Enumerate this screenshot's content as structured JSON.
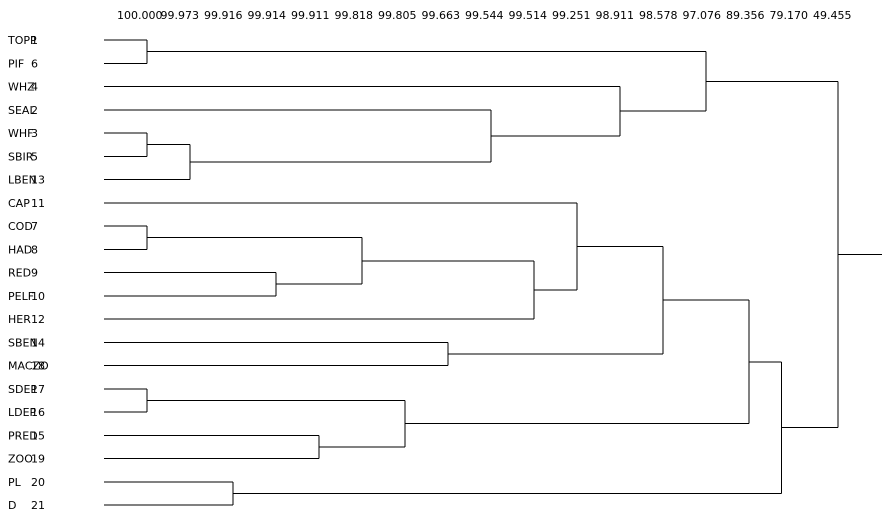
{
  "similarity_axis": {
    "ticks": [
      "100.000",
      "99.973",
      "99.916",
      "99.914",
      "99.911",
      "99.818",
      "99.805",
      "99.663",
      "99.544",
      "99.514",
      "99.251",
      "98.911",
      "98.578",
      "97.076",
      "89.356",
      "79.170",
      "49.455"
    ]
  },
  "leaves": [
    {
      "name": "TOPP",
      "id": "1"
    },
    {
      "name": "PIF",
      "id": "6"
    },
    {
      "name": "WHZ",
      "id": "4"
    },
    {
      "name": "SEAL",
      "id": "2"
    },
    {
      "name": "WHF",
      "id": "3"
    },
    {
      "name": "SBIR",
      "id": "5"
    },
    {
      "name": "LBEN",
      "id": "13"
    },
    {
      "name": "CAP",
      "id": "11"
    },
    {
      "name": "COD",
      "id": "7"
    },
    {
      "name": "HAD",
      "id": "8"
    },
    {
      "name": "RED",
      "id": "9"
    },
    {
      "name": "PELF",
      "id": "10"
    },
    {
      "name": "HER",
      "id": "12"
    },
    {
      "name": "SBEN",
      "id": "14"
    },
    {
      "name": "MACZO",
      "id": "18"
    },
    {
      "name": "SDEP",
      "id": "17"
    },
    {
      "name": "LDEP",
      "id": "16"
    },
    {
      "name": "PRED",
      "id": "15"
    },
    {
      "name": "ZOO",
      "id": "19"
    },
    {
      "name": "PL",
      "id": "20"
    },
    {
      "name": "D",
      "id": "21"
    }
  ],
  "merges": [
    {
      "a": "TOPP",
      "b": "PIF",
      "node": "m1",
      "level": 1
    },
    {
      "a": "WHF",
      "b": "SBIR",
      "node": "m2",
      "level": 1
    },
    {
      "a": "COD",
      "b": "HAD",
      "node": "m3",
      "level": 1
    },
    {
      "a": "SDEP",
      "b": "LDEP",
      "node": "m4",
      "level": 1
    },
    {
      "a": "m2",
      "b": "LBEN",
      "node": "m5",
      "level": 2
    },
    {
      "a": "PL",
      "b": "D",
      "node": "m6",
      "level": 3
    },
    {
      "a": "RED",
      "b": "PELF",
      "node": "m7",
      "level": 4
    },
    {
      "a": "PRED",
      "b": "ZOO",
      "node": "m8",
      "level": 5
    },
    {
      "a": "m3",
      "b": "m7",
      "node": "m9",
      "level": 6
    },
    {
      "a": "m4",
      "b": "m8",
      "node": "m10",
      "level": 7
    },
    {
      "a": "SBEN",
      "b": "MACZO",
      "node": "m11",
      "level": 8
    },
    {
      "a": "SEAL",
      "b": "m5",
      "node": "m12",
      "level": 9
    },
    {
      "a": "m9",
      "b": "HER",
      "node": "m13",
      "level": 10
    },
    {
      "a": "CAP",
      "b": "m13",
      "node": "m14",
      "level": 11
    },
    {
      "a": "WHZ",
      "b": "m12",
      "node": "m15",
      "level": 12
    },
    {
      "a": "m14",
      "b": "m11",
      "node": "m16",
      "level": 13
    },
    {
      "a": "m1",
      "b": "m15",
      "node": "m17",
      "level": 14
    },
    {
      "a": "m16",
      "b": "m10",
      "node": "m18",
      "level": 15
    },
    {
      "a": "m18",
      "b": "m6",
      "node": "m19",
      "level": 15.75
    },
    {
      "a": "m17",
      "b": "m19",
      "node": "m20",
      "level": 16
    }
  ],
  "line_color": "#000000"
}
